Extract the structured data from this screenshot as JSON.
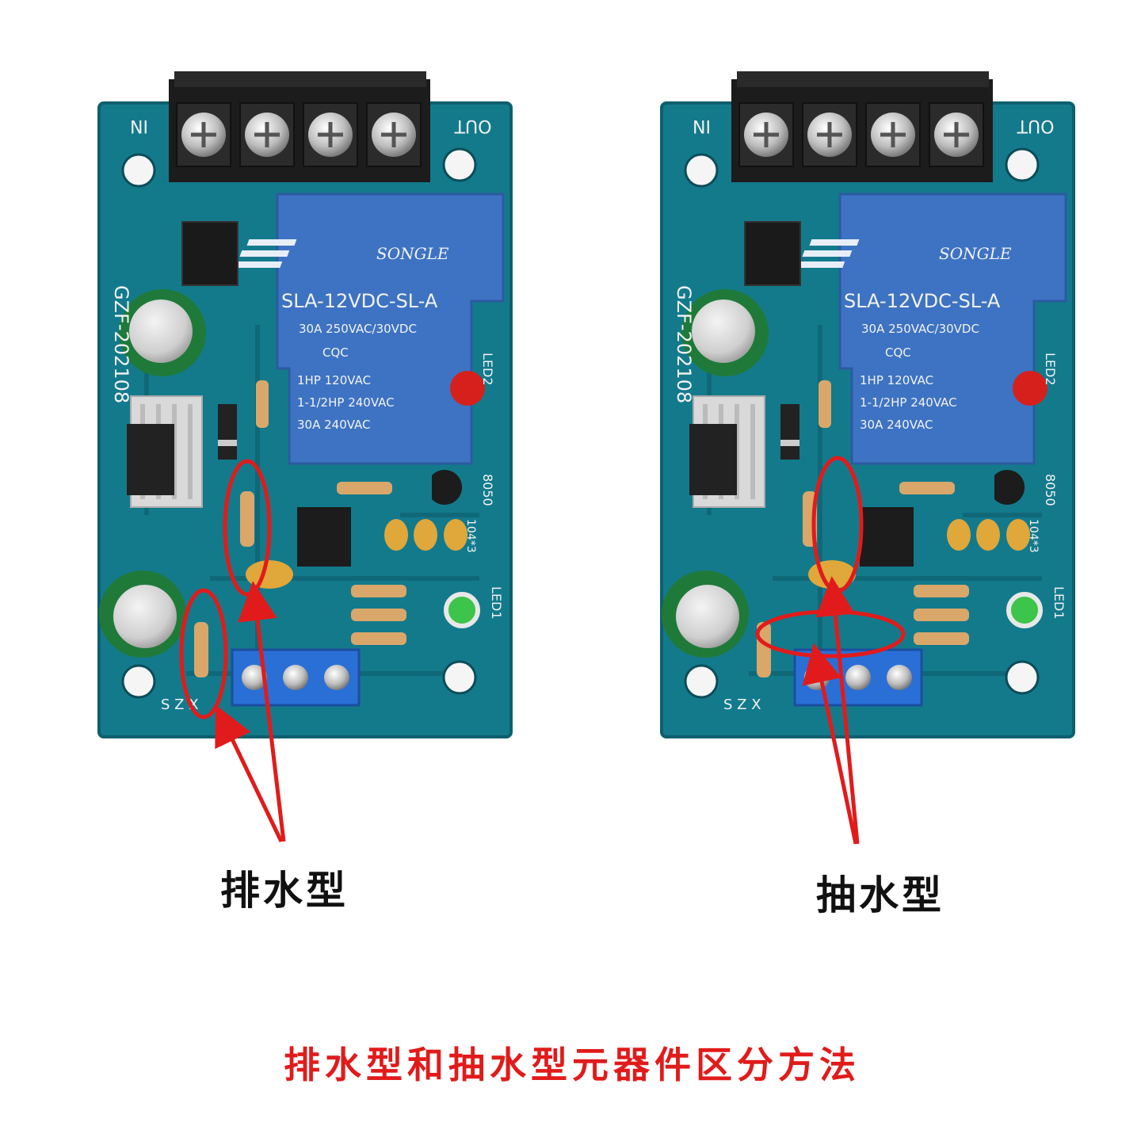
{
  "colors": {
    "pcb": "#137a8c",
    "pcb_edge": "#0e5f6d",
    "relay_blue": "#3d73c2",
    "terminal_black": "#1c1c1c",
    "terminal_blue": "#2a6fd6",
    "annotation_red": "#e11b1b",
    "led_red": "#d6201c",
    "led_green": "#3dc44a"
  },
  "boards": [
    {
      "name": "drain-board",
      "label_in": "IN",
      "label_out": "OUT",
      "model": "GZF-202108",
      "relay": {
        "brand": "SONGLE",
        "model": "SLA-12VDC-SL-A",
        "rating_1": "30A 250VAC/30VDC",
        "cert": "CQC",
        "rating_2": "1HP 120VAC",
        "rating_3": "1-1/2HP 240VAC",
        "rating_4": "30A 240VAC"
      },
      "led_top": "LED2",
      "led_bottom": "LED1",
      "transistor": "8050",
      "cap_label": "104*3",
      "terminals": "S Z X"
    },
    {
      "name": "pump-board",
      "label_in": "IN",
      "label_out": "OUT",
      "model": "GZF-202108",
      "relay": {
        "brand": "SONGLE",
        "model": "SLA-12VDC-SL-A",
        "rating_1": "30A 250VAC/30VDC",
        "cert": "CQC",
        "rating_2": "1HP 120VAC",
        "rating_3": "1-1/2HP 240VAC",
        "rating_4": "30A 240VAC"
      },
      "led_top": "LED2",
      "led_bottom": "LED1",
      "transistor": "8050",
      "cap_label": "104*3",
      "terminals": "S Z X"
    }
  ],
  "captions": {
    "drain": "排水型",
    "pump": "抽水型",
    "title": "排水型和抽水型元器件区分方法"
  }
}
